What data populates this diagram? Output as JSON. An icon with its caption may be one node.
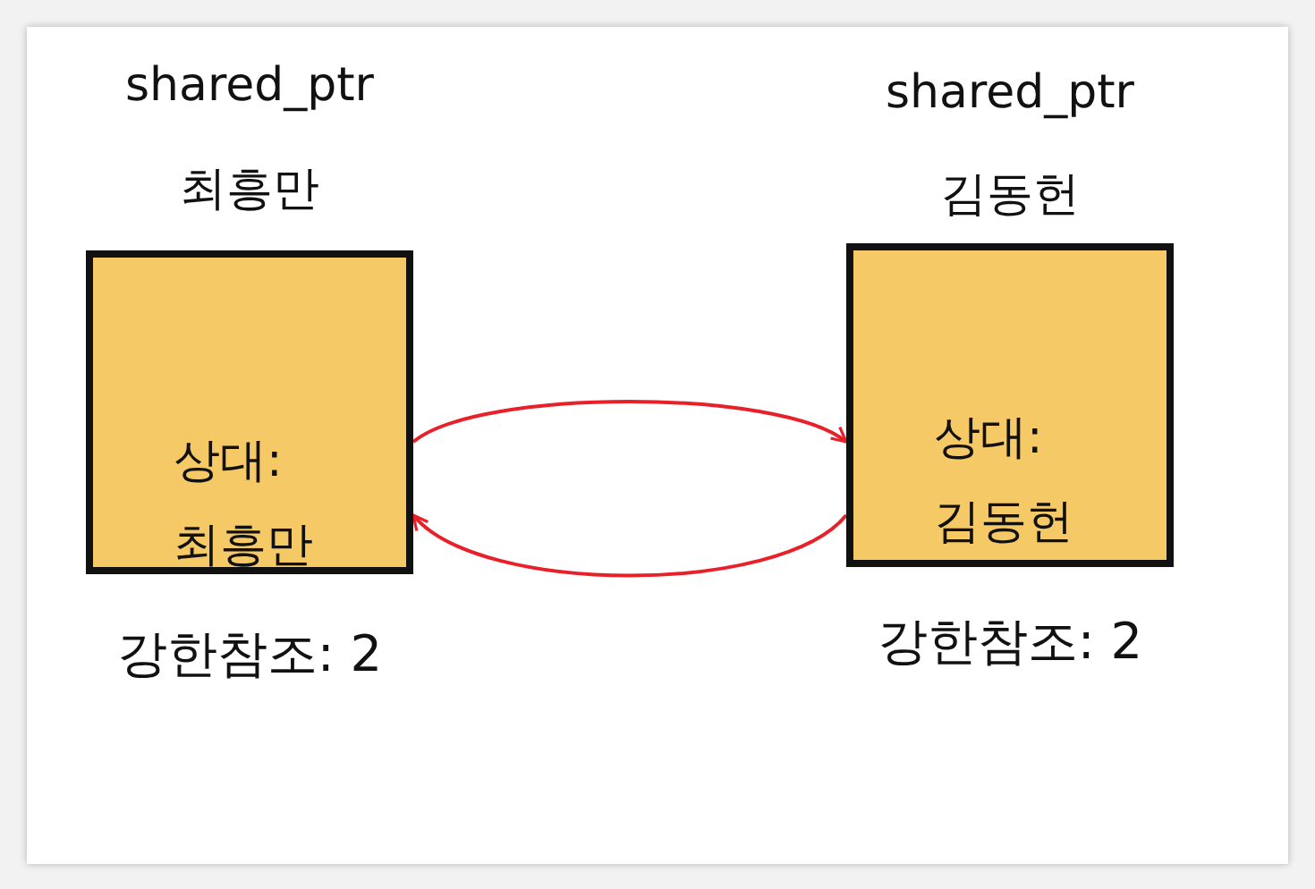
{
  "diagram": {
    "nodes": [
      {
        "text": [
          "shared_ptr",
          "최흥만",
          "상대: 최흥만"
        ],
        "beside": [
          "강한참조: 2"
        ]
      },
      {
        "text": [
          "shared_ptr",
          "김동헌",
          "상대: 김동헌"
        ],
        "beside": [
          "강한참조: 2"
        ]
      }
    ],
    "edges": [
      {
        "from": 0,
        "to": 1,
        "arrow": "to",
        "color": "#e8202a"
      },
      {
        "from": 1,
        "to": 0,
        "arrow": "to",
        "color": "#e8202a"
      }
    ]
  }
}
